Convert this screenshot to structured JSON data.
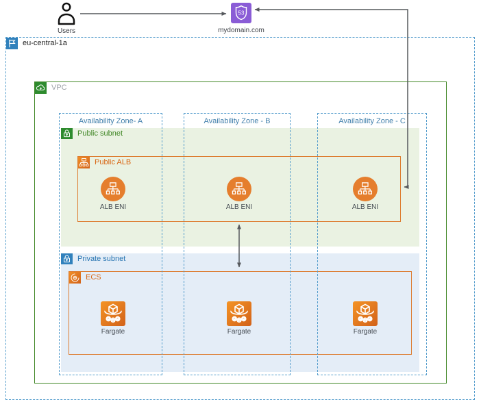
{
  "external": {
    "users": {
      "label": "Users",
      "icon": "user-icon"
    },
    "dns": {
      "label": "mydomain.com",
      "icon": "route53-icon"
    }
  },
  "region": {
    "label": "eu-central-1a",
    "icon": "region-flag-icon"
  },
  "vpc": {
    "label": "VPC",
    "icon": "vpc-cloud-icon"
  },
  "availability_zones": [
    {
      "label": "Availability Zone- A"
    },
    {
      "label": "Availability Zone - B"
    },
    {
      "label": "Availability Zone - C"
    }
  ],
  "public_subnet": {
    "label": "Public subnet",
    "icon": "lock-icon",
    "alb": {
      "label": "Public ALB",
      "icon": "load-balancer-icon",
      "nodes": [
        {
          "label": "ALB ENI"
        },
        {
          "label": "ALB ENI"
        },
        {
          "label": "ALB ENI"
        }
      ]
    }
  },
  "private_subnet": {
    "label": "Private subnet",
    "icon": "lock-icon",
    "ecs": {
      "label": "ECS",
      "icon": "ecs-icon",
      "nodes": [
        {
          "label": "Fargate"
        },
        {
          "label": "Fargate"
        },
        {
          "label": "Fargate"
        }
      ]
    }
  },
  "connections": [
    {
      "from": "Users",
      "to": "mydomain.com",
      "style": "arrow"
    },
    {
      "from": "Public ALB",
      "to": "mydomain.com",
      "style": "double-arrow"
    },
    {
      "from": "Public ALB",
      "to": "ECS",
      "style": "double-arrow"
    }
  ],
  "colors": {
    "region_border": "#539CCC",
    "az_border": "#539CCC",
    "vpc_border": "#3F8624",
    "public_subnet_fill": "#EAF2E2",
    "private_subnet_fill": "#E4EDF7",
    "subnet_green": "#3F8624",
    "subnet_blue": "#2875B2",
    "orange": "#D86613",
    "route53_purple": "#8A5CD6",
    "arrow": "#55585C"
  }
}
